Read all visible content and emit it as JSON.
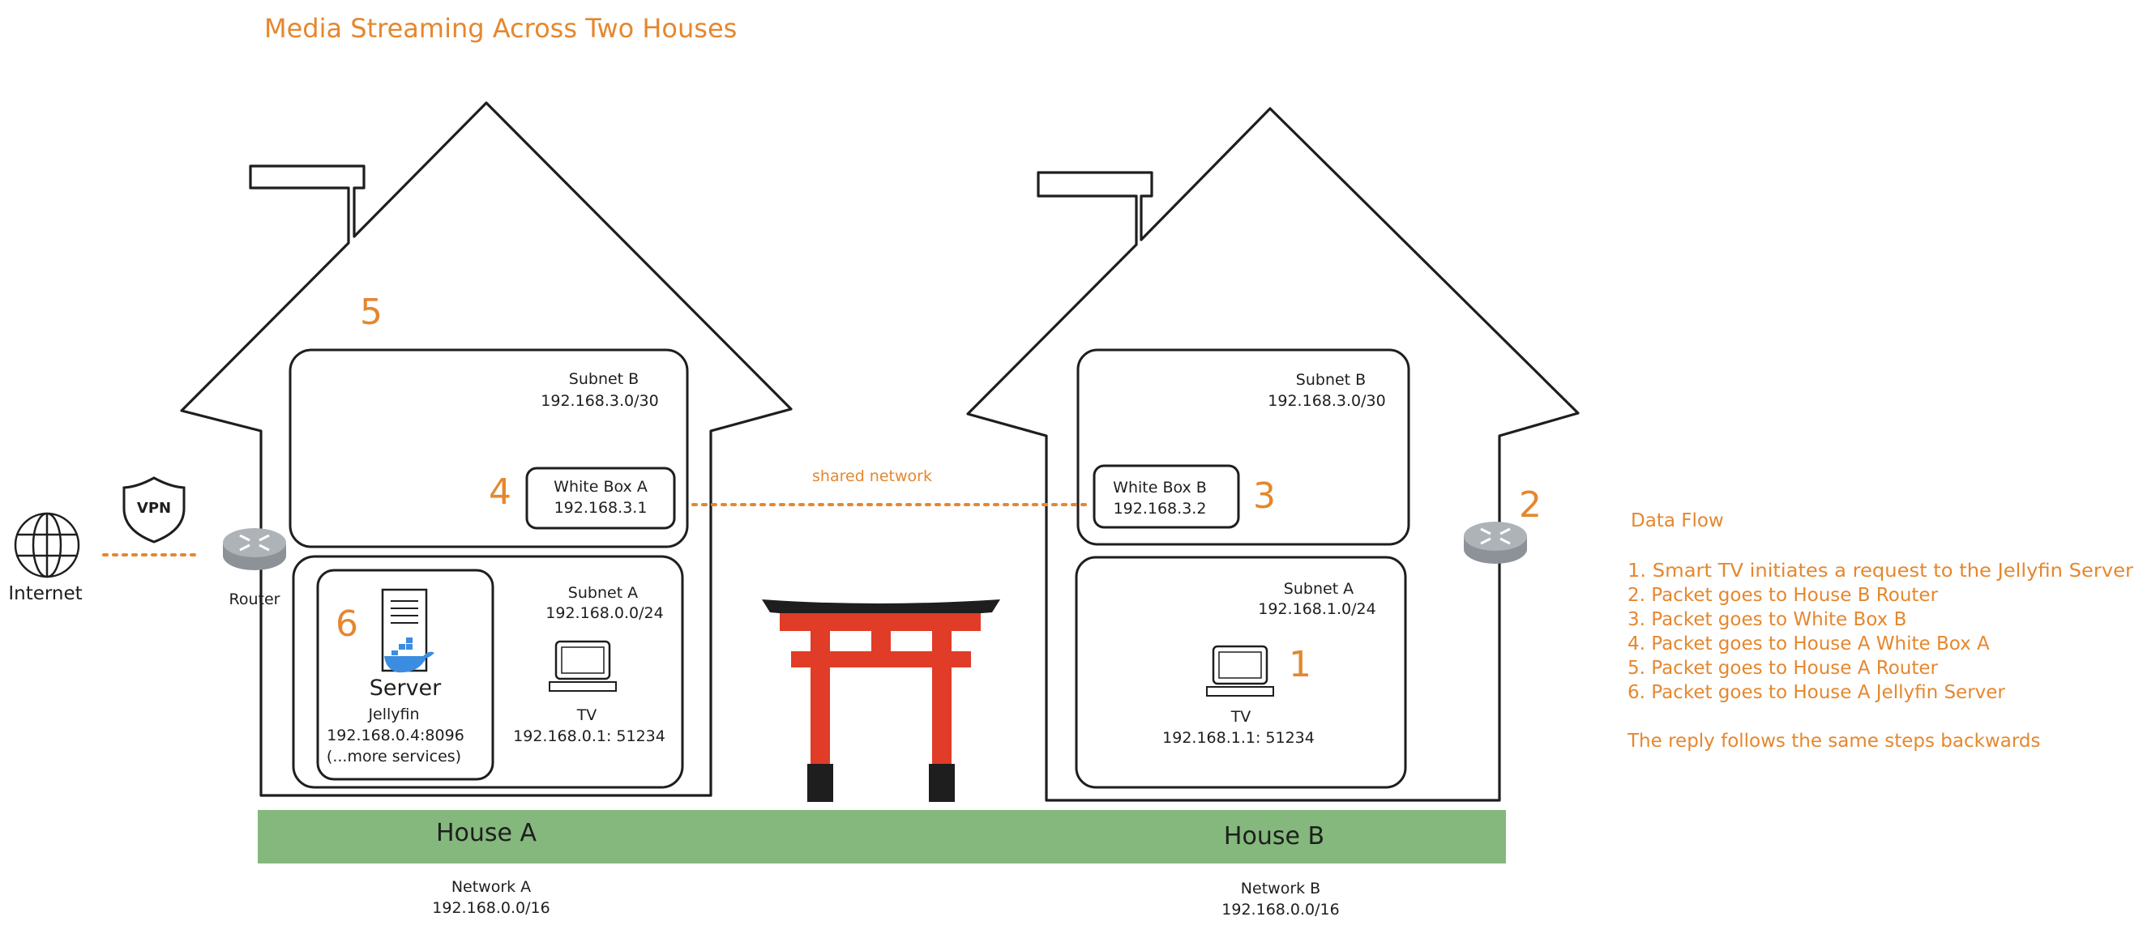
{
  "title": "Media Streaming Across Two Houses",
  "colors": {
    "accent": "#e5872e",
    "ground": "#84b87c",
    "torii_red": "#e03c27",
    "torii_black": "#1e1e1e",
    "stroke": "#1e1e1e",
    "router": "#9aa0a6",
    "docker_blue": "#3a8de0"
  },
  "internet": {
    "label": "Internet",
    "icon": "globe-icon"
  },
  "vpn": {
    "label": "VPN",
    "icon": "shield-icon"
  },
  "router_a": {
    "label": "Router",
    "icon": "router-icon"
  },
  "router_b": {
    "icon": "router-icon"
  },
  "house_a": {
    "name": "House A",
    "network": {
      "label": "Network A",
      "cidr": "192.168.0.0/16"
    },
    "subnet_b": {
      "label": "Subnet B",
      "cidr": "192.168.3.0/30"
    },
    "white_box": {
      "label": "White Box A",
      "ip": "192.168.3.1"
    },
    "subnet_a": {
      "label": "Subnet A",
      "cidr": "192.168.0.0/24"
    },
    "server": {
      "label": "Server",
      "service": "Jellyfin",
      "address": "192.168.0.4:8096",
      "more": "(...more services)",
      "icon": "server-icon"
    },
    "tv": {
      "label": "TV",
      "address": "192.168.0.1: 51234",
      "icon": "computer-icon"
    }
  },
  "house_b": {
    "name": "House B",
    "network": {
      "label": "Network B",
      "cidr": "192.168.0.0/16"
    },
    "subnet_b": {
      "label": "Subnet B",
      "cidr": "192.168.3.0/30"
    },
    "white_box": {
      "label": "White Box B",
      "ip": "192.168.3.2"
    },
    "subnet_a": {
      "label": "Subnet A",
      "cidr": "192.168.1.0/24"
    },
    "tv": {
      "label": "TV",
      "address": "192.168.1.1: 51234",
      "icon": "computer-icon"
    }
  },
  "shared_network_label": "shared network",
  "torii": {
    "icon": "torii-gate-icon"
  },
  "step_markers": [
    "1",
    "2",
    "3",
    "4",
    "5",
    "6"
  ],
  "data_flow": {
    "title": "Data Flow",
    "steps": [
      "1. Smart TV initiates a request to the Jellyfin Server",
      "2. Packet goes to House B Router",
      "3. Packet goes to White Box B",
      "4. Packet goes to House A White Box A",
      "5. Packet goes to House A Router",
      "6. Packet goes to House A Jellyfin Server"
    ],
    "footer": "The reply follows the same steps backwards"
  }
}
